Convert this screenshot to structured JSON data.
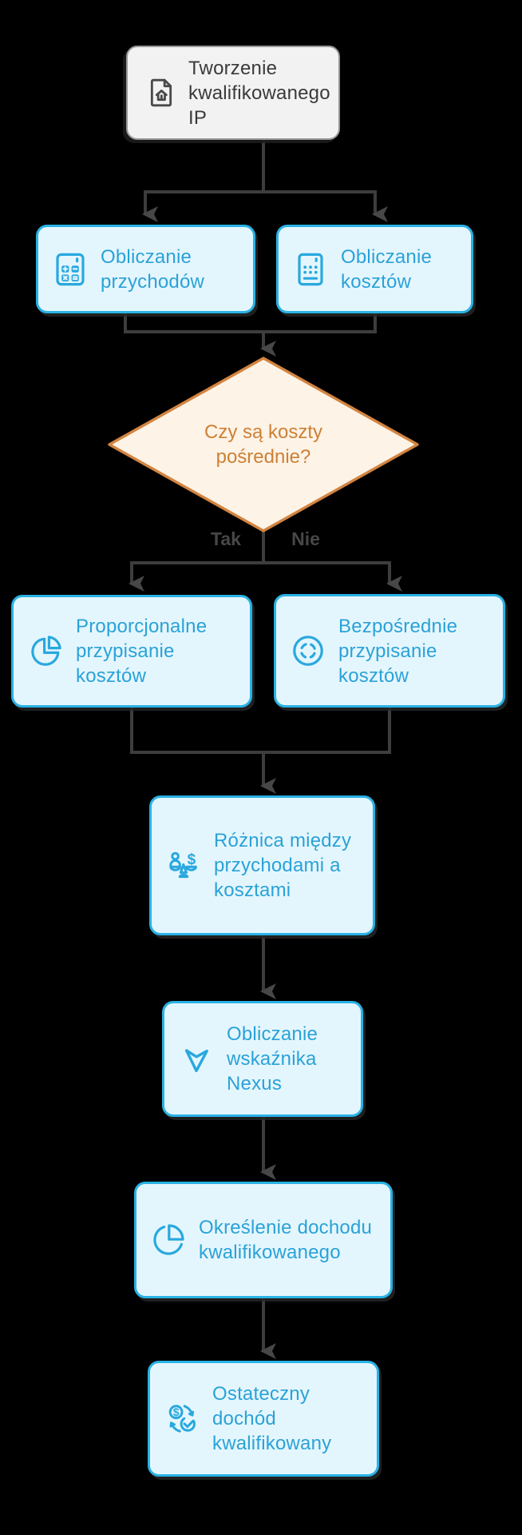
{
  "diagram": {
    "type": "flowchart",
    "background_color": "#000000",
    "colors": {
      "process_fill": "#e4f6fd",
      "process_border": "#29b2e5",
      "process_text": "#2aa2d8",
      "decision_fill": "#fdf3e6",
      "decision_border": "#d28440",
      "decision_text": "#cc8136",
      "start_fill": "#f2f2f2",
      "start_border": "#979797",
      "start_text": "#3a3a3a",
      "connector": "#3d3d3d"
    },
    "nodes": {
      "start": {
        "label": "Tworzenie kwalifikowanego IP",
        "icon": "document-home-icon"
      },
      "revenue": {
        "label": "Obliczanie przychodów",
        "icon": "calculator-math-icon"
      },
      "costs": {
        "label": "Obliczanie kosztów",
        "icon": "calculator-icon"
      },
      "decision": {
        "label": "Czy są koszty pośrednie?"
      },
      "proportional": {
        "label": "Proporcjonalne przypisanie kosztów",
        "icon": "pie-chart-slice-icon"
      },
      "direct": {
        "label": "Bezpośrednie przypisanie kosztów",
        "icon": "target-circle-icon"
      },
      "difference": {
        "label": "Różnica między przychodami a kosztami",
        "icon": "balance-scale-icon"
      },
      "nexus": {
        "label": "Obliczanie wskaźnika Nexus",
        "icon": "chevron-down-icon"
      },
      "qualified": {
        "label": "Określenie dochodu kwalifikowanego",
        "icon": "pie-chart-icon"
      },
      "final": {
        "label": "Ostateczny dochód kwalifikowany",
        "icon": "money-check-icon"
      }
    },
    "edge_labels": {
      "yes": "Tak",
      "no": "Nie"
    }
  }
}
